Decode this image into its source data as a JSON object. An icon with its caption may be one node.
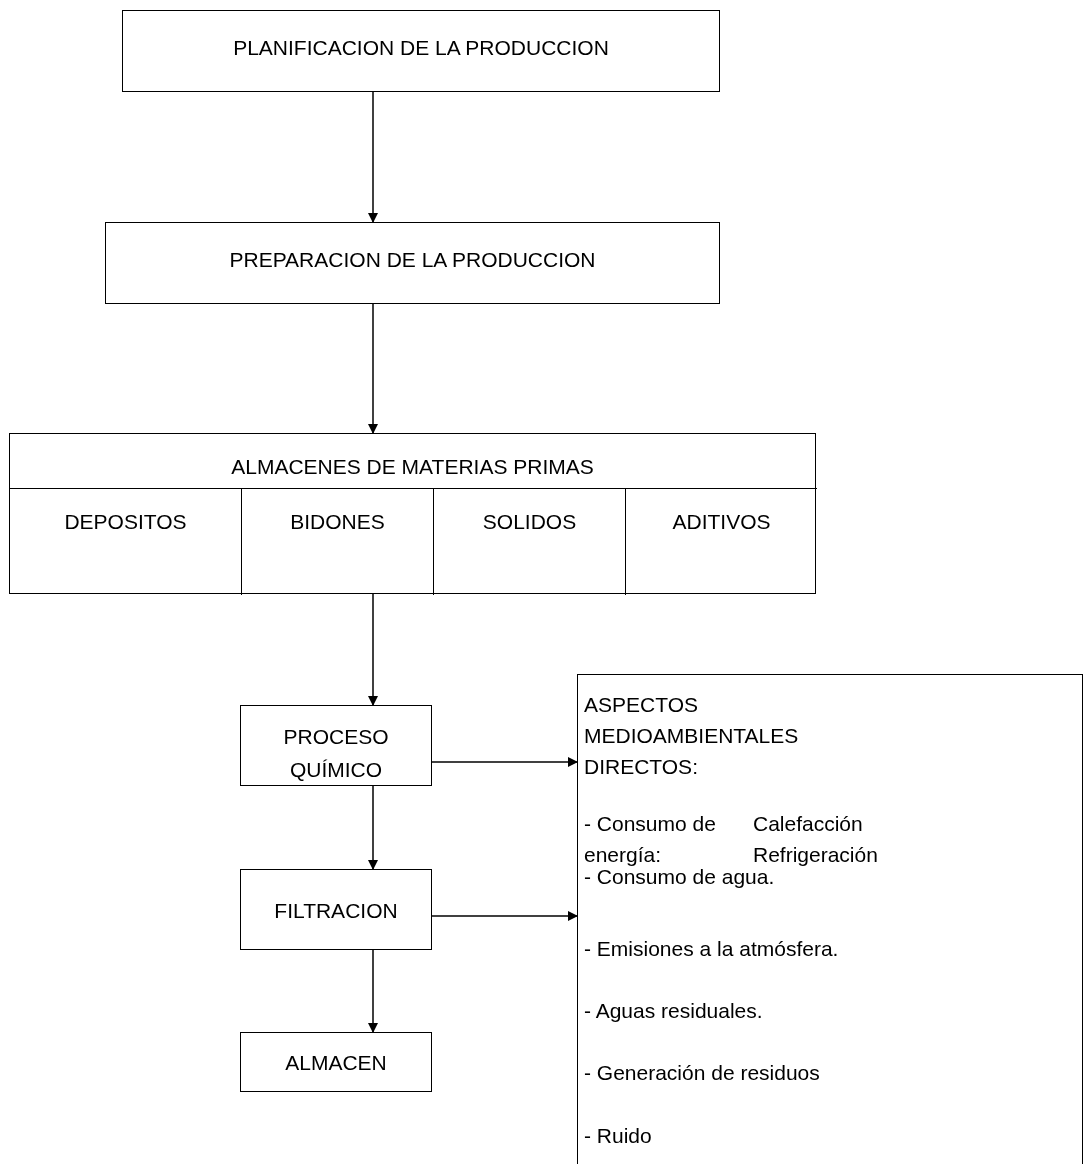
{
  "diagram": {
    "nodes": [
      {
        "text": [
          "PLANIFICACION DE LA PRODUCCION"
        ]
      },
      {
        "text": [
          "PREPARACION DE LA PRODUCCION"
        ]
      },
      {
        "text": [
          "ALMACENES DE MATERIAS PRIMAS"
        ]
      },
      {
        "text": [
          "DEPOSITOS"
        ],
        "in": 2
      },
      {
        "text": [
          "BIDONES"
        ],
        "in": 2
      },
      {
        "text": [
          "SOLIDOS"
        ],
        "in": 2
      },
      {
        "text": [
          "ADITIVOS"
        ],
        "in": 2
      },
      {
        "text": [
          "PROCESO QUÍMICO"
        ]
      },
      {
        "text": [
          "FILTRACION"
        ]
      },
      {
        "text": [
          "ALMACEN"
        ]
      },
      {
        "text": [
          "ASPECTOS MEDIOAMBIENTALES DIRECTOS:",
          "- Consumo de energía:",
          "Calefacción Refrigeración",
          "- Consumo de agua.",
          "- Emisiones a la atmósfera.",
          "- Aguas residuales.",
          "- Generación de residuos",
          "- Ruido"
        ]
      }
    ],
    "edges": [
      {
        "from": 0,
        "to": 1,
        "arrow": "to"
      },
      {
        "from": 1,
        "to": 2,
        "arrow": "to"
      },
      {
        "from": 2,
        "to": 7,
        "arrow": "to"
      },
      {
        "from": 7,
        "to": 8,
        "arrow": "to"
      },
      {
        "from": 8,
        "to": 9,
        "arrow": "to"
      },
      {
        "from": 7,
        "to": 10,
        "arrow": "to"
      },
      {
        "from": 8,
        "to": 10,
        "arrow": "to"
      }
    ]
  }
}
